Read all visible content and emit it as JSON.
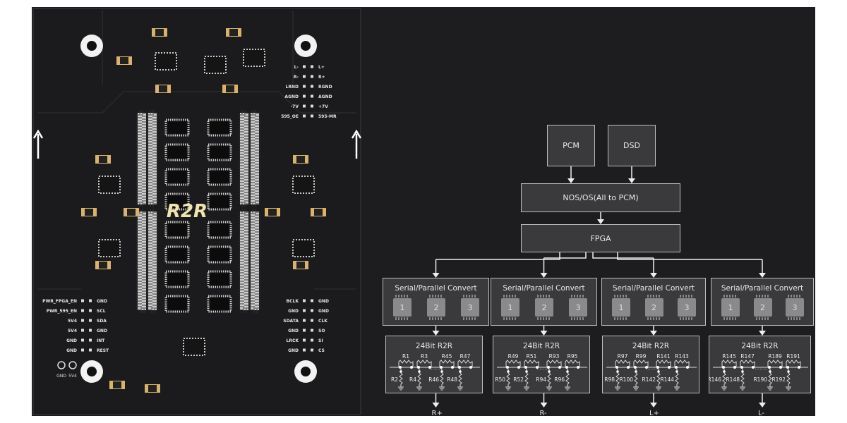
{
  "pcb": {
    "logo": "R2R",
    "top_right_header": {
      "left": [
        "L-",
        "R-",
        "LRND",
        "AGND",
        "-7V",
        "595_OE"
      ],
      "right": [
        "L+",
        "R+",
        "RGND",
        "AGND",
        "+7V",
        "595-MR"
      ]
    },
    "bottom_left_header": {
      "left": [
        "PWR_FPGA_EN",
        "PWR_595_EN",
        "5V4",
        "5V4",
        "GND",
        "GND"
      ],
      "right": [
        "GND",
        "SCL",
        "SDA",
        "GND",
        "INT",
        "REST"
      ]
    },
    "bottom_right_header": {
      "left": [
        "BCLK",
        "GND",
        "SDATA",
        "GND",
        "LRCK",
        "GND"
      ],
      "right": [
        "GND",
        "GND",
        "CLK",
        "SO",
        "SI",
        "CS"
      ]
    },
    "test_points": [
      "GND",
      "5V4"
    ],
    "arrow_icon": "arrow-up",
    "colors": {
      "board": "#1b1b1d",
      "silkscreen": "#e6e6e6",
      "pad": "#d9b36a"
    }
  },
  "diagram": {
    "inputs": [
      "PCM",
      "DSD"
    ],
    "converter": "NOS/OS(All to PCM)",
    "fpga": "FPGA",
    "channels": [
      {
        "sp_title": "Serial/Parallel Convert",
        "chips": [
          "1",
          "2",
          "3"
        ],
        "r2r_title": "24Bit R2R",
        "series": [
          "R1",
          "R3",
          "R45",
          "R47"
        ],
        "shunt": [
          "R2",
          "R4",
          "R46",
          "R48"
        ],
        "output": "R+"
      },
      {
        "sp_title": "Serial/Parallel Convert",
        "chips": [
          "1",
          "2",
          "3"
        ],
        "r2r_title": "24Bit R2R",
        "series": [
          "R49",
          "R51",
          "R93",
          "R95"
        ],
        "shunt": [
          "R50",
          "R52",
          "R94",
          "R96"
        ],
        "output": "R-"
      },
      {
        "sp_title": "Serial/Parallel Convert",
        "chips": [
          "1",
          "2",
          "3"
        ],
        "r2r_title": "24Bit R2R",
        "series": [
          "R97",
          "R99",
          "R141",
          "R143"
        ],
        "shunt": [
          "R98",
          "R100",
          "R142",
          "R144"
        ],
        "output": "L+"
      },
      {
        "sp_title": "Serial/Parallel Convert",
        "chips": [
          "1",
          "2",
          "3"
        ],
        "r2r_title": "24Bit R2R",
        "series": [
          "R145",
          "R147",
          "R189",
          "R191"
        ],
        "shunt": [
          "R146",
          "R148",
          "R190",
          "R192"
        ],
        "output": "L-"
      }
    ],
    "ellipsis": "........",
    "colors": {
      "background": "#1d1c1e",
      "box": "#3a393c",
      "border": "#bdbdbd",
      "chip": "#8a898c"
    }
  }
}
